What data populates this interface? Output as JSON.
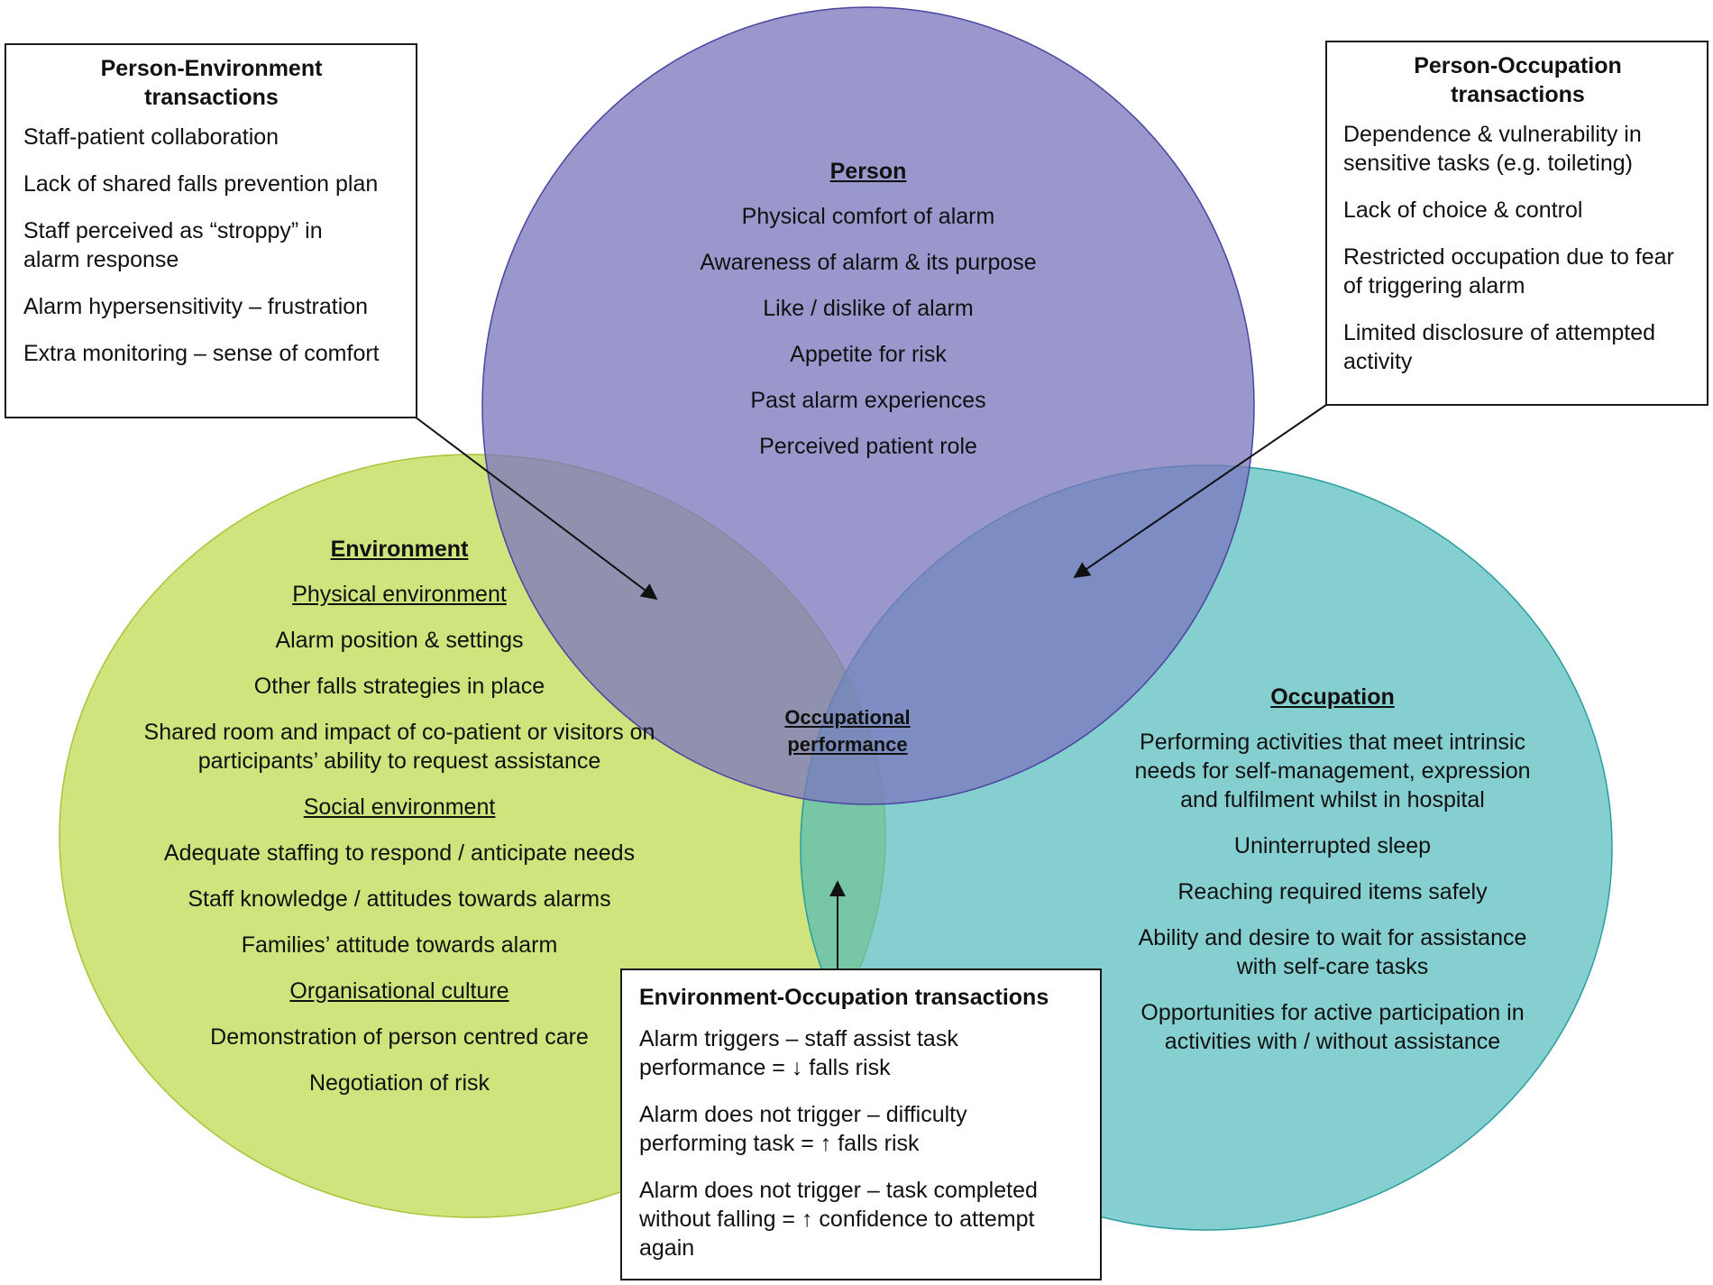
{
  "colors": {
    "person": "#7a76bd",
    "environment": "#bcd94a",
    "occupation": "#4cb8b9",
    "box_border": "#1a1a1a",
    "arrow": "#111111"
  },
  "person": {
    "title": "Person",
    "items": [
      "Physical comfort of alarm",
      "Awareness of alarm & its purpose",
      "Like / dislike of alarm",
      "Appetite for risk",
      "Past alarm experiences",
      "Perceived patient role"
    ]
  },
  "environment": {
    "title": "Environment",
    "physical_heading": "Physical environment",
    "physical_items": [
      "Alarm position & settings",
      "Other falls strategies in place",
      "Shared room and impact of co-patient or visitors on participants’ ability to request assistance"
    ],
    "social_heading": "Social environment",
    "social_items": [
      "Adequate staffing to respond / anticipate needs",
      "Staff knowledge / attitudes towards alarms",
      "Families’ attitude towards alarm"
    ],
    "org_heading": "Organisational culture",
    "org_items": [
      "Demonstration of person centred care",
      "Negotiation of risk"
    ]
  },
  "occupation": {
    "title": "Occupation",
    "items": [
      "Performing activities that meet intrinsic needs for self-management, expression and fulfilment whilst in hospital",
      "Uninterrupted sleep",
      "Reaching required items safely",
      "Ability and desire to wait for assistance with self-care tasks",
      "Opportunities for active participation in activities with / without assistance"
    ]
  },
  "center_label": "Occupational performance",
  "pe_box": {
    "title": "Person-Environment transactions",
    "items": [
      "Staff-patient collaboration",
      "Lack of shared falls prevention plan",
      "Staff perceived as “stroppy” in alarm response",
      "Alarm hypersensitivity – frustration",
      "Extra monitoring – sense of comfort"
    ]
  },
  "po_box": {
    "title": "Person-Occupation transactions",
    "items": [
      "Dependence & vulnerability in sensitive tasks (e.g. toileting)",
      "Lack of choice & control",
      "Restricted occupation due to fear of triggering alarm",
      "Limited disclosure of attempted activity"
    ]
  },
  "eo_box": {
    "title": "Environment-Occupation transactions",
    "items": [
      "Alarm triggers – staff assist task performance = ↓ falls risk",
      "Alarm does not trigger – difficulty performing task = ↑ falls risk",
      "Alarm does not trigger – task completed without falling = ↑ confidence to attempt again"
    ]
  }
}
